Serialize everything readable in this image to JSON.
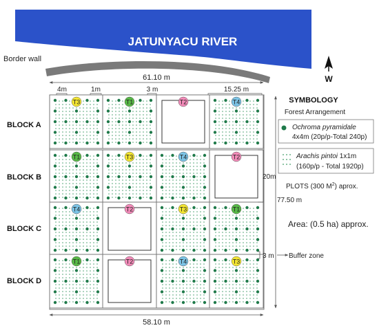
{
  "river": {
    "label": "JATUNYACU RIVER",
    "color": "#2b52c9"
  },
  "border_wall": {
    "label": "Border wall",
    "color": "#7a7a7a"
  },
  "north_arrow": {
    "label": "W"
  },
  "dimensions": {
    "top_width": "61.10 m",
    "bottom_width": "58.10 m",
    "tree_spacing": "4m",
    "edge_gap": "1m",
    "plot_gap": "3 m",
    "plot_width": "15.25 m",
    "plot_height": "20m",
    "total_height": "77.50 m",
    "buffer_width": "3 m"
  },
  "blocks": [
    {
      "label": "BLOCK A",
      "plots": [
        "T3",
        "T1",
        "T2",
        "T4"
      ]
    },
    {
      "label": "BLOCK B",
      "plots": [
        "T1",
        "T3",
        "T4",
        "T2"
      ]
    },
    {
      "label": "BLOCK C",
      "plots": [
        "T4",
        "T2",
        "T3",
        "T1"
      ]
    },
    {
      "label": "BLOCK D",
      "plots": [
        "T1",
        "T2",
        "T4",
        "T3"
      ]
    }
  ],
  "treatment_colors": {
    "T1": "#58b947",
    "T2": "#f38bb9",
    "T3": "#f4e631",
    "T4": "#7cc4e6"
  },
  "plant_colors": {
    "tree": "#1f7a4a",
    "groundcover": "#3c9a63"
  },
  "legend": {
    "title": "SYMBOLOGY",
    "subtitle": "Forest Arrangement",
    "tree_species": "Ochroma pyramidale",
    "tree_spec": "4x4m (20p/p-Total 240p)",
    "cover_species": "Arachis pintoi",
    "cover_spec_suffix": " 1x1m",
    "cover_spec": "(160p/p - Total 1920p)",
    "plots_note_prefix": "PLOTS (300 M",
    "plots_note_sup": "2",
    "plots_note_suffix": ") aprox.",
    "area": "Area: (0.5 ha) approx.",
    "buffer": "Buffer zone"
  }
}
